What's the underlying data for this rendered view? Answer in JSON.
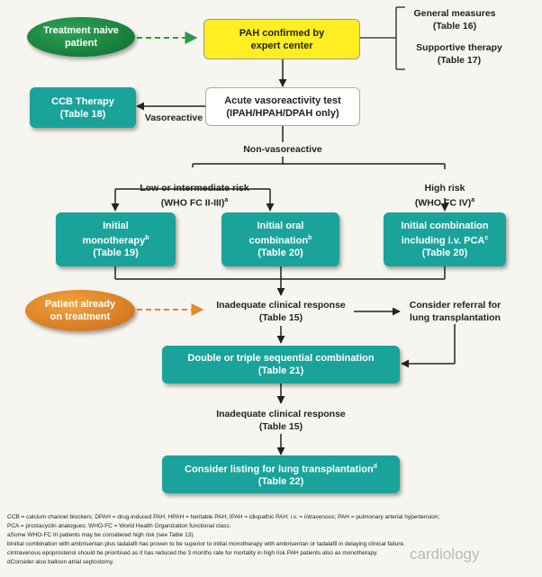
{
  "nodes": {
    "treatment_naive": "Treatment naive\npatient",
    "pah_confirmed": "PAH confirmed by\nexpert center",
    "general_measures": "General measures\n(Table 16)",
    "supportive_therapy": "Supportive therapy\n(Table 17)",
    "ccb_therapy": "CCB Therapy\n(Table 18)",
    "vasoreactivity_test": "Acute vasoreactivity test\n(IPAH/HPAH/DPAH only)",
    "vasoreactive": "Vasoreactive",
    "non_vasoreactive": "Non-vasoreactive",
    "low_risk": "Low or intermediate risk\n(WHO FC II-III)",
    "low_risk_sup": "a",
    "high_risk": "High risk\n(WHO FC IV)",
    "high_risk_sup": "a",
    "monotherapy": "Initial\nmonotherapy",
    "monotherapy_sup": "b",
    "monotherapy_ref": "(Table 19)",
    "oral_combination": "Initial oral\ncombination",
    "oral_combination_sup": "b",
    "oral_combination_ref": "(Table 20)",
    "iv_combination": "Initial combination\nincluding i.v. PCA",
    "iv_combination_sup": "c",
    "iv_combination_ref": "(Table 20)",
    "already_treated": "Patient already\non treatment",
    "inadequate_1": "Inadequate clinical response\n(Table 15)",
    "referral": "Consider referral for\nlung transplantation",
    "double_triple": "Double or triple sequential combination\n(Table 21)",
    "inadequate_2": "Inadequate clinical response\n(Table 15)",
    "listing": "Consider listing for lung transplantation",
    "listing_sup": "d",
    "listing_ref": "(Table 22)"
  },
  "footnotes": [
    "CCB = calcium channel blockers; DPAH = drug-induced PAH; HPAH = heritable PAH; IPAH = idiopathic PAH; i.v. = intravenous; PAH = pulmonary arterial hypertension;",
    "PCA = prostacyclin analogues; WHO-FC = World Health Organization functional class.",
    "aSome WHO-FC III patients may be considered high risk (see Table 13).",
    "bInitial combination with ambrisentan plus tadalafil has proven to be superior to initial monotherapy with ambrisentan or tadalafil in delaying clinical failure.",
    "cIntravenous epoprostenol should be prioritised as it has reduced the 3 months rate for mortality in high risk PAH patients also as monotherapy.",
    "dConsider also balloon atrial septostomy."
  ],
  "watermark": "cardiology",
  "colors": {
    "teal": "#1aa39a",
    "yellow": "#ffee22",
    "green": "#1a8a40",
    "orange": "#e08a2a"
  }
}
